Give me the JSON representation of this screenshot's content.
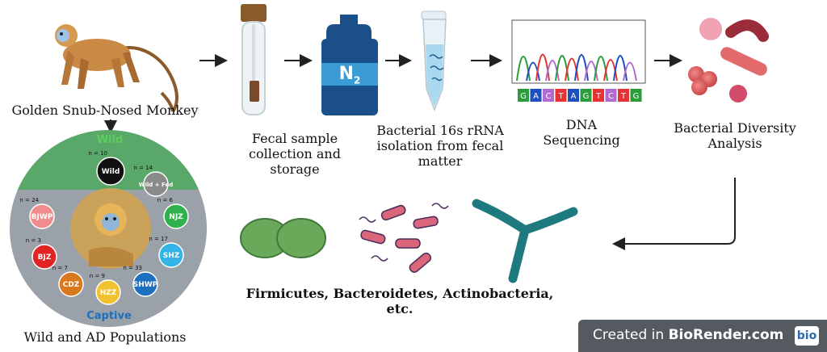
{
  "steps": {
    "monkey": "Golden Snub-Nosed Monkey",
    "fecal": [
      "Fecal sample",
      "collection and",
      "storage"
    ],
    "isolation": [
      "Bacterial 16s rRNA",
      "isolation from fecal",
      "matter"
    ],
    "sequencing": [
      "DNA",
      "Sequencing"
    ],
    "diversity": [
      "Bacterial Diversity",
      "Analysis"
    ]
  },
  "tank_label": "N",
  "tank_sub": "2",
  "dna_letters": [
    "G",
    "A",
    "C",
    "T",
    "A",
    "G",
    "T",
    "C",
    "T",
    "G"
  ],
  "populations": {
    "caption": "Wild and AD Populations",
    "wild_label": "Wild",
    "captive_label": "Captive",
    "groups": [
      {
        "name": "Wild",
        "n": "n = 10",
        "color": "#111111"
      },
      {
        "name": "Wild + Fed",
        "n": "n = 14",
        "color": "#8a8a8a"
      },
      {
        "name": "NJZ",
        "n": "n = 6",
        "color": "#2fb24c"
      },
      {
        "name": "SHZ",
        "n": "n = 17",
        "color": "#33b3e6"
      },
      {
        "name": "SHWP",
        "n": "n = 33",
        "color": "#1f6fbf"
      },
      {
        "name": "HZZ",
        "n": "n = 9",
        "color": "#f2c12e"
      },
      {
        "name": "CDZ",
        "n": "n = 7",
        "color": "#d9791f"
      },
      {
        "name": "BJZ",
        "n": "n = 3",
        "color": "#e02424"
      },
      {
        "name": "BJWP",
        "n": "n = 24",
        "color": "#f28b8b"
      }
    ]
  },
  "result": [
    "Firmicutes, Bacteroidetes, Actinobacteria,",
    "etc."
  ],
  "watermark": {
    "prefix": "Created in ",
    "brand": "BioRender.com",
    "logo": "bio"
  },
  "colors": {
    "arrow": "#222222",
    "tank": "#1b4f8a",
    "tank_band": "#3a9bd5"
  }
}
